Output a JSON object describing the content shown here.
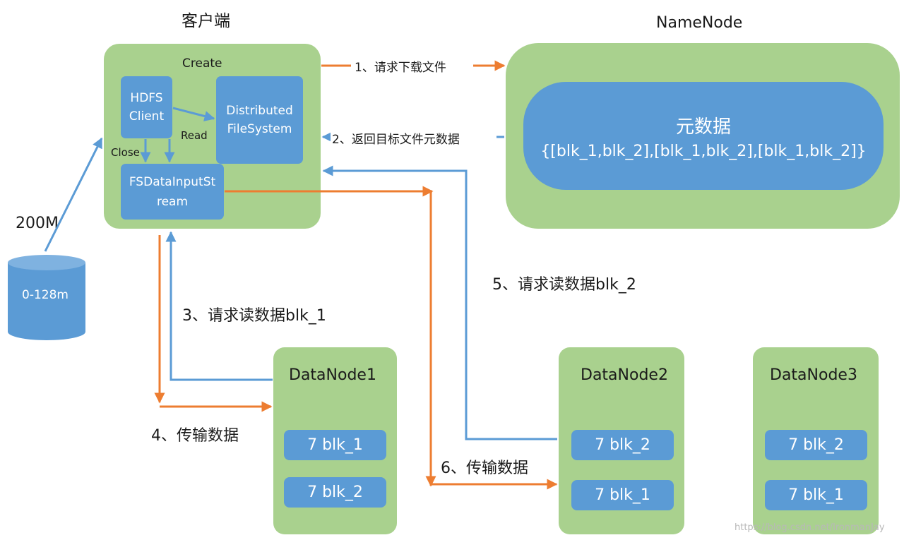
{
  "client": {
    "title": "客户端",
    "box_label": "Create",
    "hdfs_client": [
      "HDFS",
      "Client"
    ],
    "dfs": [
      "Distributed",
      "FileSystem"
    ],
    "read_label": "Read",
    "close_label": "Close",
    "input_stream": [
      "FSDataInputSt",
      "ream"
    ]
  },
  "namenode": {
    "title": "NameNode",
    "meta_title": "元数据",
    "meta_value": "{[blk_1,blk_2],[blk_1,blk_2],[blk_1,blk_2]}"
  },
  "storage": {
    "size_label": "200M",
    "cylinder_label": "0-128m"
  },
  "steps": {
    "s1": "1、请求下载文件",
    "s2": "2、返回目标文件元数据",
    "s3": "3、请求读数据blk_1",
    "s4": "4、传输数据",
    "s5": "5、请求读数据blk_2",
    "s6": "6、传输数据"
  },
  "datanodes": [
    {
      "name": "DataNode1",
      "blocks": [
        "7 blk_1",
        "7 blk_2"
      ]
    },
    {
      "name": "DataNode2",
      "blocks": [
        "7 blk_2",
        "7 blk_1"
      ]
    },
    {
      "name": "DataNode3",
      "blocks": [
        "7 blk_2",
        "7 blk_1"
      ]
    }
  ],
  "watermark": "https://blog.csdn.net/IronmanJay",
  "colors": {
    "green": "#a9d18e",
    "blue": "#5b9bd5",
    "orange": "#ed7d31"
  }
}
